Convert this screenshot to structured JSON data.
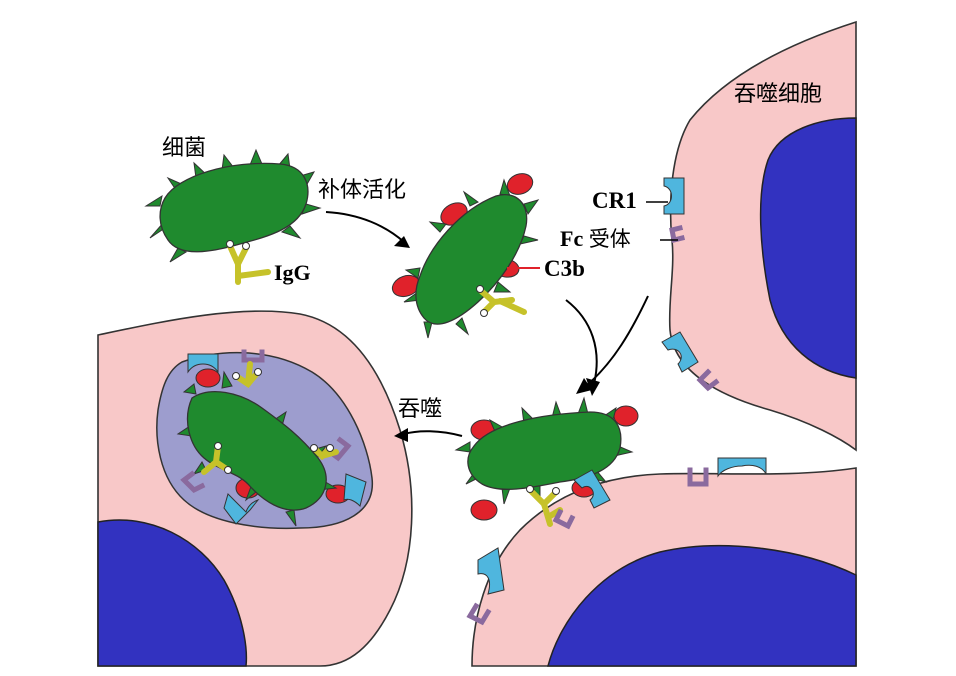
{
  "labels": {
    "bacterium": "细菌",
    "igg": "IgG",
    "complement_activation": "补体活化",
    "c3b": "C3b",
    "cr1": "CR1",
    "fc_receptor_prefix": "Fc",
    "fc_receptor_suffix": "受体",
    "phagocyte": "吞噬细胞",
    "phagocytosis": "吞噬"
  },
  "colors": {
    "bacterium": "#1f8a2e",
    "complement_c3b": "#e0222b",
    "igg_antibody": "#c6c22a",
    "cr1_receptor": "#4fb6de",
    "fc_receptor": "#8a6a9e",
    "cell_cytoplasm": "#f8c8c8",
    "nucleus": "#3232c0",
    "phagosome": "#9d9dce"
  }
}
